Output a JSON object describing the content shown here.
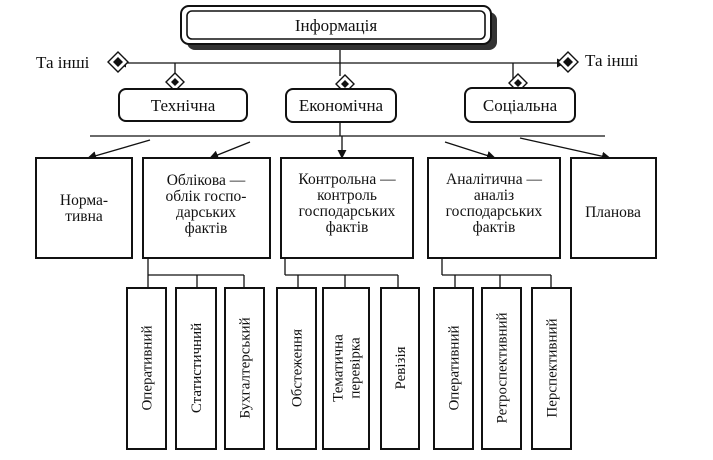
{
  "root": {
    "label": "Інформація"
  },
  "side_labels": {
    "left": "Та інші",
    "right": "Та інші"
  },
  "categories": [
    {
      "key": "technical",
      "label": "Технічна"
    },
    {
      "key": "economic",
      "label": "Економічна"
    },
    {
      "key": "social",
      "label": "Соціальна"
    }
  ],
  "economic_types": [
    {
      "key": "normative",
      "lines": [
        "Норма-",
        "тивна"
      ]
    },
    {
      "key": "accounting",
      "lines": [
        "Облікова —",
        "облік госпо-",
        "дарських",
        "фактів"
      ]
    },
    {
      "key": "control",
      "lines": [
        "Контрольна —",
        "контроль",
        "господарських",
        "фактів"
      ]
    },
    {
      "key": "analytical",
      "lines": [
        "Аналітична —",
        "аналіз",
        "господарських",
        "фактів"
      ]
    },
    {
      "key": "planning",
      "lines": [
        "Планова"
      ]
    }
  ],
  "subtypes": {
    "accounting": [
      {
        "lines": [
          "Оперативний"
        ]
      },
      {
        "lines": [
          "Статистичний"
        ]
      },
      {
        "lines": [
          "Бухгалтерський"
        ]
      }
    ],
    "control": [
      {
        "lines": [
          "Обстеження"
        ]
      },
      {
        "lines": [
          "Тематична",
          "перевірка"
        ]
      },
      {
        "lines": [
          "Ревізія"
        ]
      }
    ],
    "analytical": [
      {
        "lines": [
          "Оперативний"
        ]
      },
      {
        "lines": [
          "Ретроспективний"
        ]
      },
      {
        "lines": [
          "Перспективний"
        ]
      }
    ]
  }
}
